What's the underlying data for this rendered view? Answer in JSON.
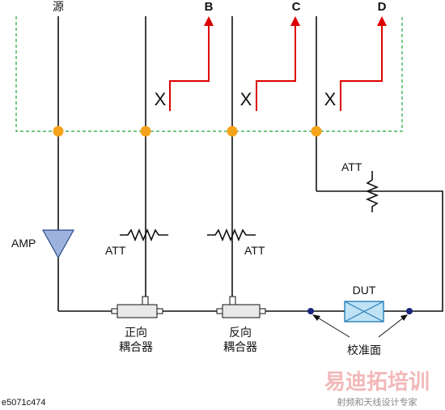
{
  "labels": {
    "source": "源",
    "port_b": "B",
    "port_c": "C",
    "port_d": "D",
    "switch_x": "X",
    "att": "ATT",
    "amp": "AMP",
    "dut": "DUT",
    "forward_coupler_line1": "正向",
    "forward_coupler_line2": "耦合器",
    "reverse_coupler_line1": "反向",
    "reverse_coupler_line2": "耦合器",
    "calibration_plane": "校准面",
    "figure_id": "e5071c474"
  },
  "watermark": {
    "main": "易迪拓培训",
    "sub": "射频和天线设计专家"
  },
  "colors": {
    "line": "#111111",
    "arrow": "#dd0000",
    "junction": "#f5a31a",
    "dashed_box": "#1fa53b",
    "amp_fill": "#9db3dd",
    "amp_stroke": "#2b4c8c",
    "dut_fill": "#bfe3f5",
    "dut_stroke": "#2a7fb8",
    "cal_dot": "#1a237e",
    "watermark_main": "#f2b8b8",
    "watermark_sub": "#888888"
  }
}
